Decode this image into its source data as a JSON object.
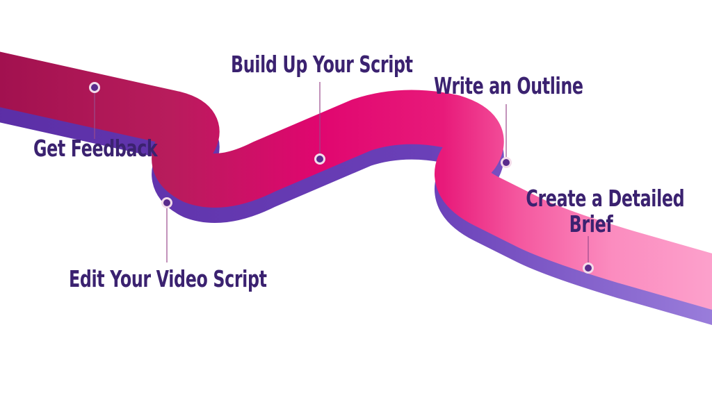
{
  "steps": [
    {
      "id": "create-brief",
      "order": 1,
      "label": "Create a Detailed Brief",
      "label_lines": [
        "Create a Detailed",
        "Brief"
      ],
      "color": "#f9a1cb"
    },
    {
      "id": "write-outline",
      "order": 2,
      "label": "Write an Outline",
      "color": "#f4569e"
    },
    {
      "id": "build-script",
      "order": 3,
      "label": "Build Up Your Script",
      "color": "#e0066f"
    },
    {
      "id": "edit-script",
      "order": 4,
      "label": "Edit Your Video Script",
      "color": "#b41654"
    },
    {
      "id": "get-feedback",
      "order": 5,
      "label": "Get Feedback",
      "color": "#a41050"
    }
  ],
  "colors": {
    "road_side": "#5b2ea6",
    "road_side_light": "#8e6dd6",
    "label_text": "#3b2270",
    "marker_fill": "#5a2b8c",
    "marker_ring": "#f3dcea"
  }
}
